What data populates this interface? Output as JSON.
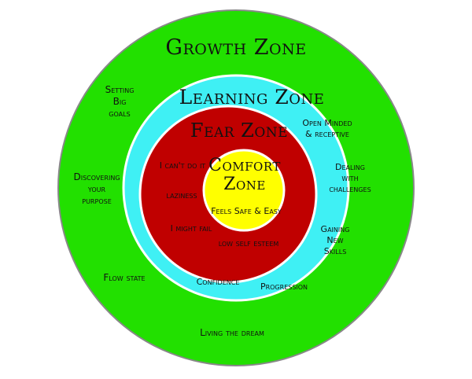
{
  "colors": {
    "growth": "#22e000",
    "learning": "#3ff0f4",
    "fear": "#c00000",
    "comfort": "#ffff00",
    "ring_stroke": "#ffffff",
    "outer_stroke": "#888888"
  },
  "zones": {
    "growth": {
      "title": "Growth Zone",
      "items": [
        "Setting\nBig\ngoals",
        "Discovering\nyour\npurpose",
        "Flow state",
        "Living the dream"
      ]
    },
    "learning": {
      "title": "Learning Zone",
      "items": [
        "Open Minded\n& receptive",
        "Dealing\nwith\nchallenges",
        "Gaining\nNew\nSkills",
        "Confidence",
        "Progression"
      ]
    },
    "fear": {
      "title": "Fear Zone",
      "items": [
        "I can't do it",
        "laziness",
        "I might fail",
        "low self esteem"
      ]
    },
    "comfort": {
      "title": "Comfort\nZone",
      "subtitle": "Feels Safe & Easy"
    }
  }
}
